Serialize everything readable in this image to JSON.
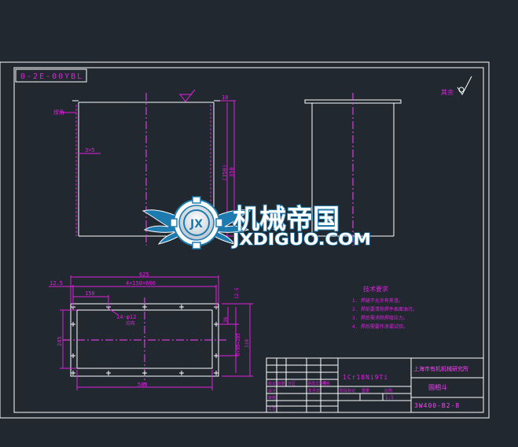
{
  "colors": {
    "background": "#212830",
    "frame": "#ffffff",
    "dimension": "#e020e0",
    "centerline": "#ff40ff",
    "title_text": "#ff40ff",
    "watermark_blue": "#1e7bb0",
    "watermark_white": "#ffffff"
  },
  "drawing": {
    "code_box": "0-2E-00YBL",
    "surface_note": "其余",
    "weld_note": "焊角",
    "weld_dim": "3=5",
    "top_dim": "10",
    "dim_vertical_outer": "(350)",
    "dim_vertical_inner": "350",
    "dim_overall_width": "625",
    "dim_hole_pitch": "4×150=600",
    "dim_edge": "12.5",
    "dim_first_pitch": "150",
    "dim_hole_note": "14-φ12",
    "dim_hole_sub": "均布",
    "dim_height_left": "245",
    "dim_bottom_width": "580",
    "dim_right_edge": "12.5",
    "dim_right_top": "36",
    "dim_right_pitch": "3×95=285",
    "dim_right_overall": "310",
    "tech_title": "技术要求",
    "tech_notes": [
      "1. 焊缝不允许有夹渣。",
      "2. 焊前要清除焊件表面油污。",
      "3. 焊后需消除焊接应力。",
      "4. 焊后需要作渗漏试验。"
    ]
  },
  "title_block": {
    "material": "1Cr18Ni9Ti",
    "organization": "上海市有机机械研究所",
    "part_name": "固相斗",
    "drawing_number": "3W400-B2-8",
    "scale": "1:5",
    "row_labels": [
      "标记",
      "设计",
      "审核",
      "工艺"
    ],
    "col_labels": [
      "处数",
      "分区",
      "更改文件号",
      "签名",
      "年月日"
    ],
    "stage_labels": [
      "阶段标记",
      "重量",
      "比例"
    ]
  },
  "watermark": {
    "logo_letters": "JX",
    "cn_text": "机械帝国",
    "en_text": "JXDIGUO.COM"
  }
}
